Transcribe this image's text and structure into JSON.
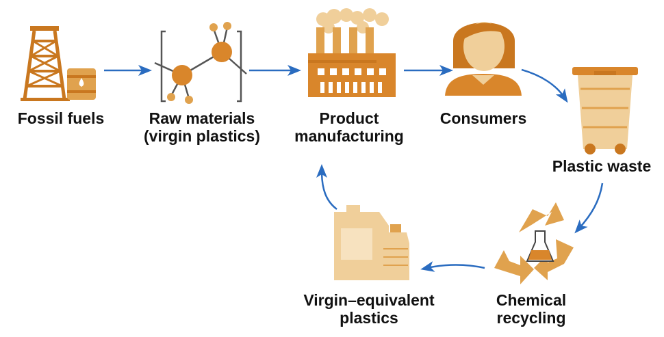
{
  "diagram": {
    "nodes": [
      {
        "id": "fossil-fuels",
        "lines": [
          "Fossil fuels"
        ]
      },
      {
        "id": "raw-materials",
        "lines": [
          "Raw materials",
          "(virgin plastics)"
        ]
      },
      {
        "id": "product-manufacturing",
        "lines": [
          "Product",
          "manufacturing"
        ]
      },
      {
        "id": "consumers",
        "lines": [
          "Consumers"
        ]
      },
      {
        "id": "plastic-waste",
        "lines": [
          "Plastic waste"
        ]
      },
      {
        "id": "chemical-recycling",
        "lines": [
          "Chemical",
          "recycling"
        ]
      },
      {
        "id": "virgin-equivalent",
        "lines": [
          "Virgin–equivalent",
          "plastics"
        ]
      }
    ],
    "edges": [
      {
        "from": "fossil-fuels",
        "to": "raw-materials"
      },
      {
        "from": "raw-materials",
        "to": "product-manufacturing"
      },
      {
        "from": "product-manufacturing",
        "to": "consumers"
      },
      {
        "from": "consumers",
        "to": "plastic-waste"
      },
      {
        "from": "plastic-waste",
        "to": "chemical-recycling"
      },
      {
        "from": "chemical-recycling",
        "to": "virgin-equivalent"
      },
      {
        "from": "virgin-equivalent",
        "to": "product-manufacturing"
      }
    ]
  },
  "colors": {
    "icon_dark": "#c9771f",
    "icon_mid": "#e0a24e",
    "icon_light": "#f0cf9a",
    "arrow": "#2a6cc0",
    "text": "#111111"
  },
  "icons": {
    "fossil-fuels": "oil-derrick-icon",
    "raw-materials": "molecule-icon",
    "product-manufacturing": "factory-icon",
    "consumers": "person-icon",
    "plastic-waste": "waste-bin-icon",
    "chemical-recycling": "recycle-flask-icon",
    "virgin-equivalent": "plastic-containers-icon"
  }
}
